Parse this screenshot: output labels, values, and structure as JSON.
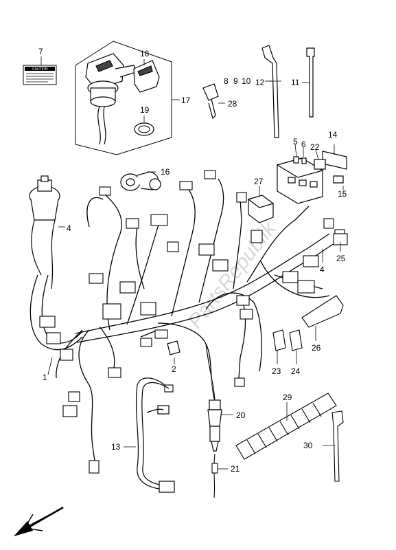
{
  "diagram": {
    "watermark": "PartsRepublik",
    "caution_label_text": "CAUTION",
    "callouts": [
      {
        "id": "c1",
        "text": "1"
      },
      {
        "id": "c2",
        "text": "2"
      },
      {
        "id": "c4a",
        "text": "4"
      },
      {
        "id": "c4b",
        "text": "4"
      },
      {
        "id": "c5",
        "text": "5"
      },
      {
        "id": "c6",
        "text": "6"
      },
      {
        "id": "c7",
        "text": "7"
      },
      {
        "id": "c8",
        "text": "8"
      },
      {
        "id": "c9",
        "text": "9"
      },
      {
        "id": "c10",
        "text": "10"
      },
      {
        "id": "c11",
        "text": "11"
      },
      {
        "id": "c12",
        "text": "12"
      },
      {
        "id": "c13",
        "text": "13"
      },
      {
        "id": "c14",
        "text": "14"
      },
      {
        "id": "c15",
        "text": "15"
      },
      {
        "id": "c16",
        "text": "16"
      },
      {
        "id": "c17",
        "text": "17"
      },
      {
        "id": "c18",
        "text": "18"
      },
      {
        "id": "c19",
        "text": "19"
      },
      {
        "id": "c20",
        "text": "20"
      },
      {
        "id": "c21",
        "text": "21"
      },
      {
        "id": "c22",
        "text": "22"
      },
      {
        "id": "c23",
        "text": "23"
      },
      {
        "id": "c24",
        "text": "24"
      },
      {
        "id": "c25",
        "text": "25"
      },
      {
        "id": "c26",
        "text": "26"
      },
      {
        "id": "c27",
        "text": "27"
      },
      {
        "id": "c28",
        "text": "28"
      },
      {
        "id": "c29",
        "text": "29"
      },
      {
        "id": "c30",
        "text": "30"
      }
    ]
  }
}
